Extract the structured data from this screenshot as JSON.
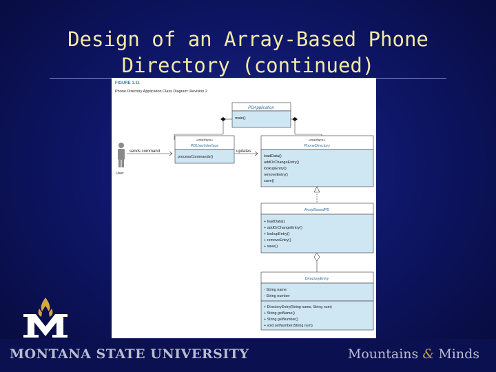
{
  "slide": {
    "title_line1": "Design of an Array-Based Phone",
    "title_line2": "Directory (continued)"
  },
  "figure": {
    "label": "FIGURE 1.11",
    "caption": "Phone Directory Application Class Diagram: Revision 2",
    "pdapp": {
      "name": "PDApplication",
      "ops": [
        "main()"
      ]
    },
    "ui": {
      "stereotype": "«interface»",
      "name": "PDUserInterface",
      "ops": [
        "processCommands()"
      ]
    },
    "pd": {
      "stereotype": "«interface»",
      "name": "PhoneDirectory",
      "ops": [
        "loadData()",
        "addOrChangeEntry()",
        "lookupEntry()",
        "removeEntry()",
        "save()"
      ]
    },
    "arr": {
      "name": "ArrayBasedPD",
      "ops": [
        "+ loadData()",
        "+ addOrChangeEntry()",
        "+ lookupEntry()",
        "+ removeEntry()",
        "+ save()"
      ]
    },
    "entry": {
      "name": "DirectoryEntry",
      "attrs": [
        "- String name",
        "- String number"
      ],
      "ops": [
        "+ DirectoryEntry(String name, String num)",
        "+ String getName()",
        "+ String getNumber()",
        "+ void setNumber(String num)"
      ]
    },
    "actor": "User",
    "sends_label": "sends command",
    "updates_label": "updates"
  },
  "footer": {
    "university": "MONTANA STATE UNIVERSITY",
    "tagline_a": "Mountains",
    "tagline_amp": "&",
    "tagline_b": "Minds"
  },
  "colors": {
    "class_fill": "#cfe6f3",
    "title_text": "#f2e8a6",
    "accent_gold": "#c8a23a"
  }
}
